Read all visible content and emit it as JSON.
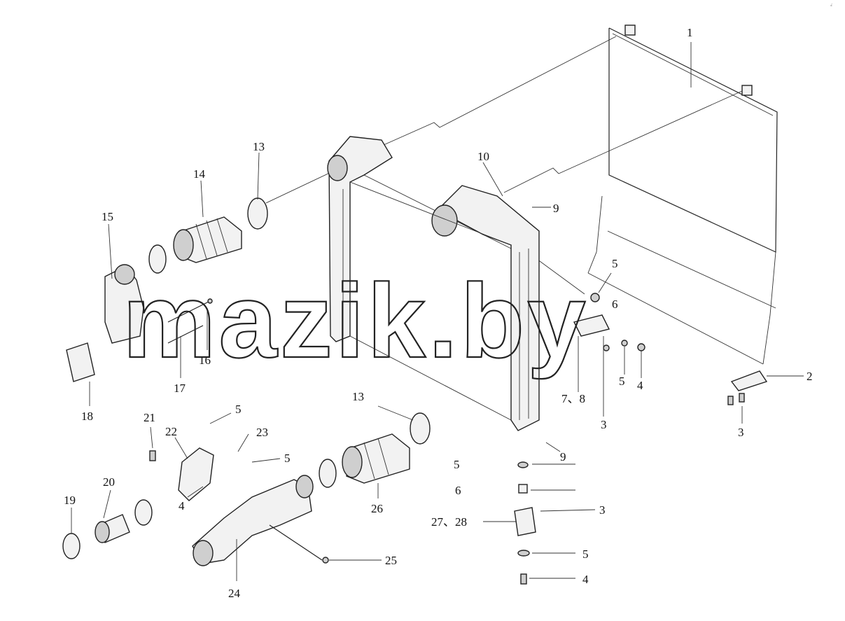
{
  "watermark": "mazik.by",
  "corner_mark": "°́",
  "callouts": [
    {
      "id": "c1",
      "text": "1"
    },
    {
      "id": "c2",
      "text": "2"
    },
    {
      "id": "c3a",
      "text": "3"
    },
    {
      "id": "c3b",
      "text": "3"
    },
    {
      "id": "c3c",
      "text": "3"
    },
    {
      "id": "c4a",
      "text": "4"
    },
    {
      "id": "c4b",
      "text": "4"
    },
    {
      "id": "c4c",
      "text": "4"
    },
    {
      "id": "c5a",
      "text": "5"
    },
    {
      "id": "c5b",
      "text": "5"
    },
    {
      "id": "c5c",
      "text": "5"
    },
    {
      "id": "c5d",
      "text": "5"
    },
    {
      "id": "c5e",
      "text": "5"
    },
    {
      "id": "c5f",
      "text": "5"
    },
    {
      "id": "c6a",
      "text": "6"
    },
    {
      "id": "c6b",
      "text": "6"
    },
    {
      "id": "c78",
      "text": "7、8"
    },
    {
      "id": "c9a",
      "text": "9"
    },
    {
      "id": "c9b",
      "text": "9"
    },
    {
      "id": "c10",
      "text": "10"
    },
    {
      "id": "c13a",
      "text": "13"
    },
    {
      "id": "c13b",
      "text": "13"
    },
    {
      "id": "c14",
      "text": "14"
    },
    {
      "id": "c15",
      "text": "15"
    },
    {
      "id": "c16",
      "text": "16"
    },
    {
      "id": "c17",
      "text": "17"
    },
    {
      "id": "c18",
      "text": "18"
    },
    {
      "id": "c19",
      "text": "19"
    },
    {
      "id": "c20",
      "text": "20"
    },
    {
      "id": "c21",
      "text": "21"
    },
    {
      "id": "c22",
      "text": "22"
    },
    {
      "id": "c23",
      "text": "23"
    },
    {
      "id": "c24",
      "text": "24"
    },
    {
      "id": "c25",
      "text": "25"
    },
    {
      "id": "c26",
      "text": "26"
    },
    {
      "id": "c2728",
      "text": "27、28"
    }
  ]
}
